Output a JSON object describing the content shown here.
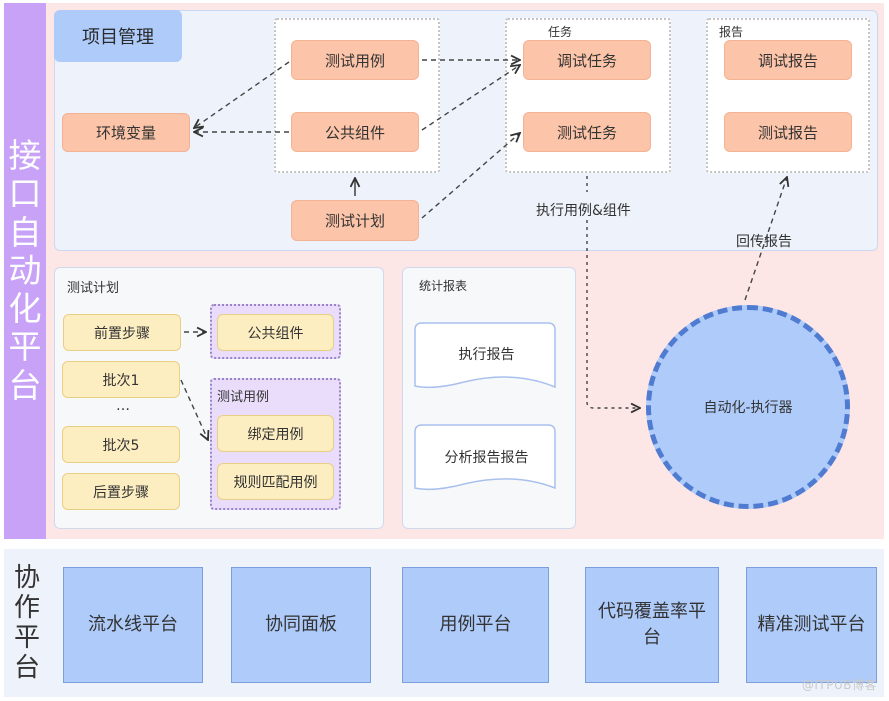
{
  "platform": {
    "title": "接口自动化平台",
    "project_management": {
      "title": "项目管理",
      "env_vars": "环境变量",
      "group_assets": {
        "items": [
          "测试用例",
          "公共组件"
        ]
      },
      "test_plan": "测试计划",
      "group_tasks": {
        "label": "任务",
        "items": [
          "调试任务",
          "测试任务"
        ]
      },
      "group_reports": {
        "label": "报告",
        "items": [
          "调试报告",
          "测试报告"
        ]
      },
      "edge_execute": "执行用例&组件",
      "edge_report_back": "回传报告"
    },
    "test_plan_panel": {
      "title": "测试计划",
      "steps": [
        "前置步骤",
        "批次1",
        "…",
        "批次5",
        "后置步骤"
      ],
      "common_group": {
        "items": [
          "公共组件"
        ]
      },
      "case_group": {
        "label": "测试用例",
        "items": [
          "绑定用例",
          "规则匹配用例"
        ]
      }
    },
    "stats_panel": {
      "title": "统计报表",
      "docs": [
        "执行报告",
        "分析报告报告"
      ]
    },
    "executor": "自动化-执行器"
  },
  "collaboration": {
    "title": "协作平台",
    "items": [
      "流水线平台",
      "协同面板",
      "用例平台",
      "代码覆盖率平台",
      "精准测试平台"
    ]
  },
  "watermark": "@ITPUB博客",
  "colors": {
    "platform_side": "#c7a2f7",
    "platform_bg": "#fde6e6",
    "node_orange": "#fcc4a8",
    "node_yellow": "#fdeec2",
    "node_blue": "#aecbfa",
    "executor_border": "#4f7bd1"
  }
}
